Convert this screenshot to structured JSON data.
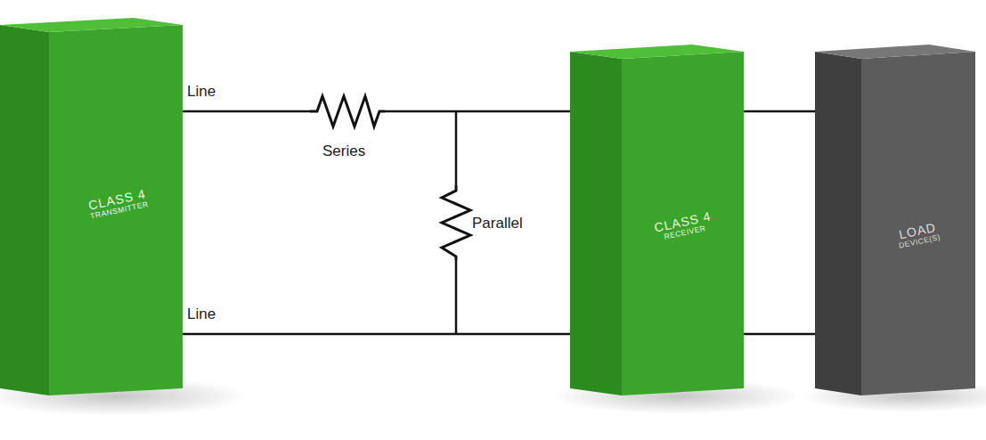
{
  "diagram": {
    "nodes": [
      {
        "text": [
          "CLASS 4",
          "TRANSMITTER"
        ]
      },
      {
        "text": [
          "CLASS 4",
          "RECEIVER"
        ]
      },
      {
        "text": [
          "LOAD",
          "DEVICE(S)"
        ]
      }
    ],
    "edges": [
      {
        "from": 0,
        "to": 1,
        "arrow": "none"
      },
      {
        "from": 0,
        "to": 1,
        "arrow": "none"
      },
      {
        "from": 1,
        "to": 2,
        "arrow": "none"
      },
      {
        "from": 1,
        "to": 2,
        "arrow": "none"
      }
    ],
    "labels": [
      "Line",
      "Line",
      "Series",
      "Parallel"
    ]
  }
}
